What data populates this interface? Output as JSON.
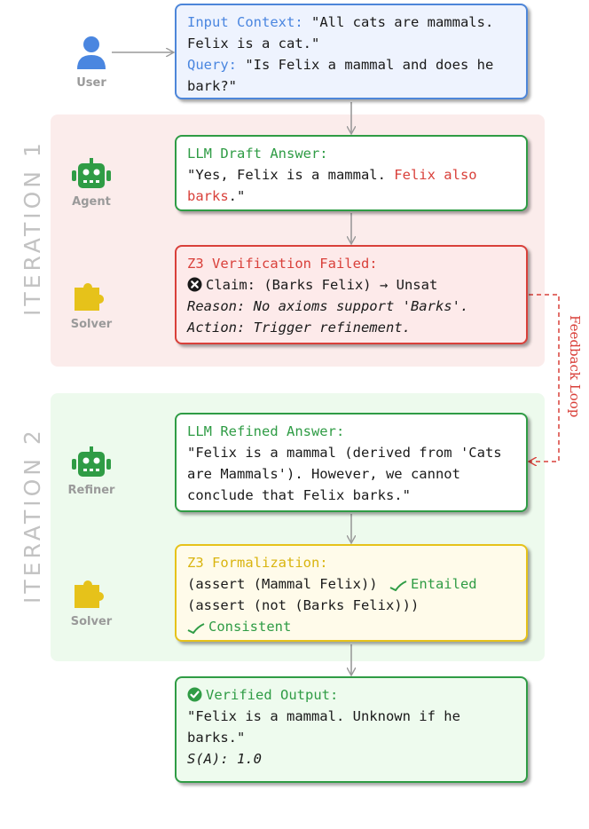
{
  "iterations": {
    "first": "ITERATION 1",
    "second": "ITERATION 2"
  },
  "actors": {
    "user": "User",
    "agent": "Agent",
    "solver1": "Solver",
    "refiner": "Refiner",
    "solver2": "Solver"
  },
  "input": {
    "context_label": "Input Context:",
    "context_text_1": " \"All cats are mammals.",
    "context_text_2": "Felix is a cat.\"",
    "query_label": "Query:",
    "query_text_1": " \"Is Felix a mammal and does he",
    "query_text_2": "bark?\""
  },
  "draft": {
    "title": "LLM Draft Answer:",
    "line1_plain": "\"Yes, Felix is a mammal. ",
    "line1_red": "Felix also",
    "line2_red": "barks",
    "line2_plain": ".\""
  },
  "verification": {
    "title": "Z3 Verification Failed:",
    "claim": "Claim: (Barks Felix) → Unsat",
    "reason": "Reason: No axioms support 'Barks'.",
    "action": "Action: Trigger refinement."
  },
  "feedback_label": "Feedback Loop",
  "refined": {
    "title": "LLM Refined Answer:",
    "line1": "\"Felix is a mammal (derived from 'Cats",
    "line2": "are Mammals'). However, we cannot",
    "line3": "conclude that Felix barks.\""
  },
  "formalization": {
    "title": "Z3 Formalization:",
    "assert1": "(assert (Mammal Felix))",
    "entailed": "Entailed",
    "assert2": "(assert (not (Barks Felix)))",
    "consistent": "Consistent"
  },
  "verified": {
    "title": "Verified Output:",
    "line1": "\"Felix is a mammal. Unknown if he",
    "line2": "barks.\"",
    "score": "S(A): 1.0"
  },
  "colors": {
    "blue": "#4a86e0",
    "green": "#2f9c45",
    "red": "#d9403a",
    "yellow": "#e6c21a",
    "gray": "#9a9a9a"
  }
}
